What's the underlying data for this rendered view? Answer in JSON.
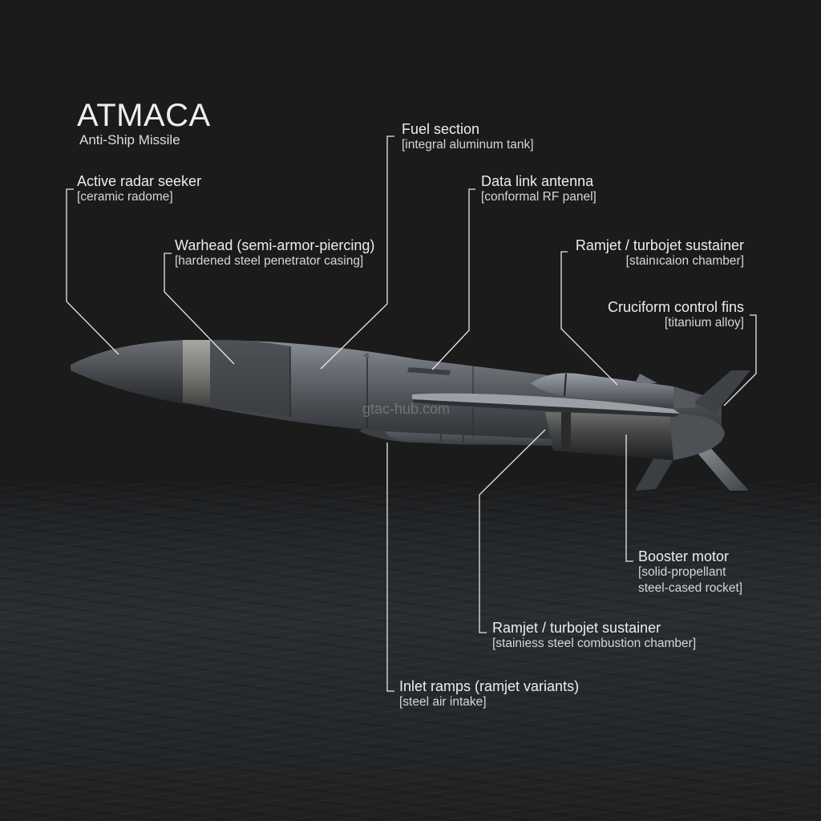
{
  "header": {
    "title": "ATMACA",
    "subtitle": "Anti-Ship Missile"
  },
  "watermark": "gtac-hub.com",
  "callouts": [
    {
      "id": "seeker",
      "name": "Active radar seeker",
      "material": "[ceramic radome]"
    },
    {
      "id": "warhead",
      "name": "Warhead (semi-armor-piercing)",
      "material": "[hardened steel penetrator casing]"
    },
    {
      "id": "fuel",
      "name": "Fuel section",
      "material": "[integral aluminum tank]"
    },
    {
      "id": "datalink",
      "name": "Data link antenna",
      "material": "[conformal RF panel]"
    },
    {
      "id": "sustainer_top",
      "name": "Ramjet / turbojet sustainer",
      "material": "[stainıcaion chamber]"
    },
    {
      "id": "fins",
      "name": "Cruciform control fins",
      "material": "[titanium alloy]"
    },
    {
      "id": "booster",
      "name": "Booster motor",
      "material_line1": "[solid-propellant",
      "material_line2": "steel-cased rocket]"
    },
    {
      "id": "sustainer_bottom",
      "name": "Ramjet / turbojet sustainer",
      "material": "[stainiess steel combustion chamber]"
    },
    {
      "id": "inlet",
      "name": "Inlet ramps (ramjet variants)",
      "material": "[steel air intake]"
    }
  ],
  "colors": {
    "background": "#1b1b1b",
    "text": "#ececec",
    "leader_line": "#e8e8e8",
    "missile_body": "#5d6268",
    "missile_dark": "#2f3236",
    "band": "#8a8a84"
  }
}
